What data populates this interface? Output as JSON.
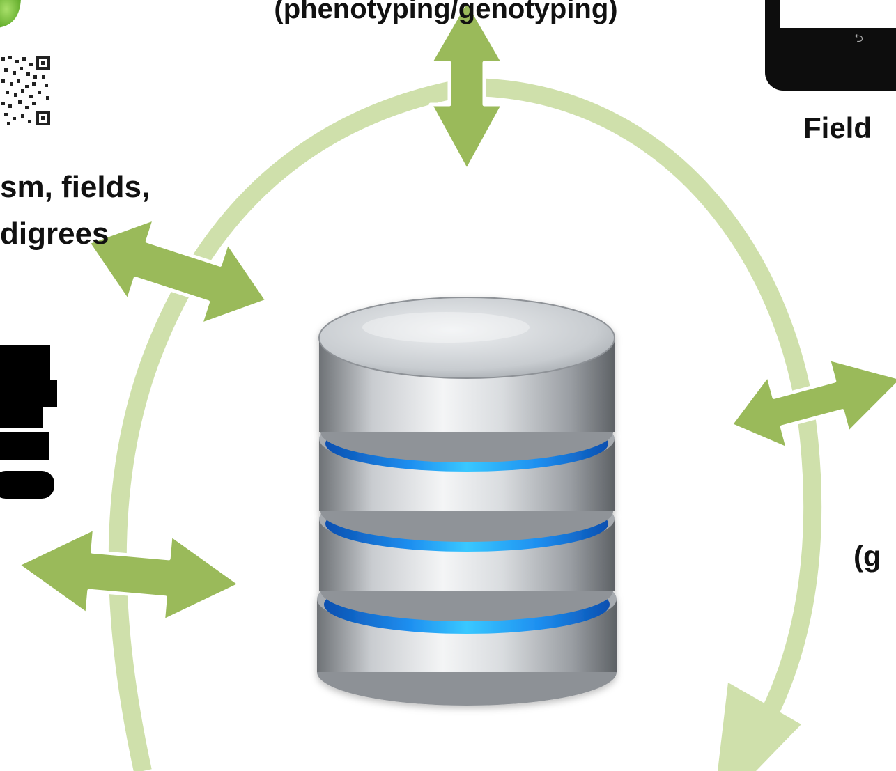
{
  "labels": {
    "top": "(phenotyping/genotyping)",
    "right_top": "Field",
    "left_line1": "sm, fields,",
    "left_line2": "digrees",
    "right_mid": "(g"
  },
  "colors": {
    "cycle_arc": "#cfe0ab",
    "arrow_fill": "#9aba5a",
    "arrow_stroke": "#ffffff",
    "disk_band": "#2aa3f0",
    "disk_metal": "#bfc3c7",
    "text": "#111111",
    "leaf_green": "#7cbf3c"
  },
  "icons": {
    "center": "database-icon",
    "top_right": "tablet-device-icon",
    "left": "computer-icon",
    "top_left": "qr-code-icon",
    "corner": "leaf-icon"
  }
}
